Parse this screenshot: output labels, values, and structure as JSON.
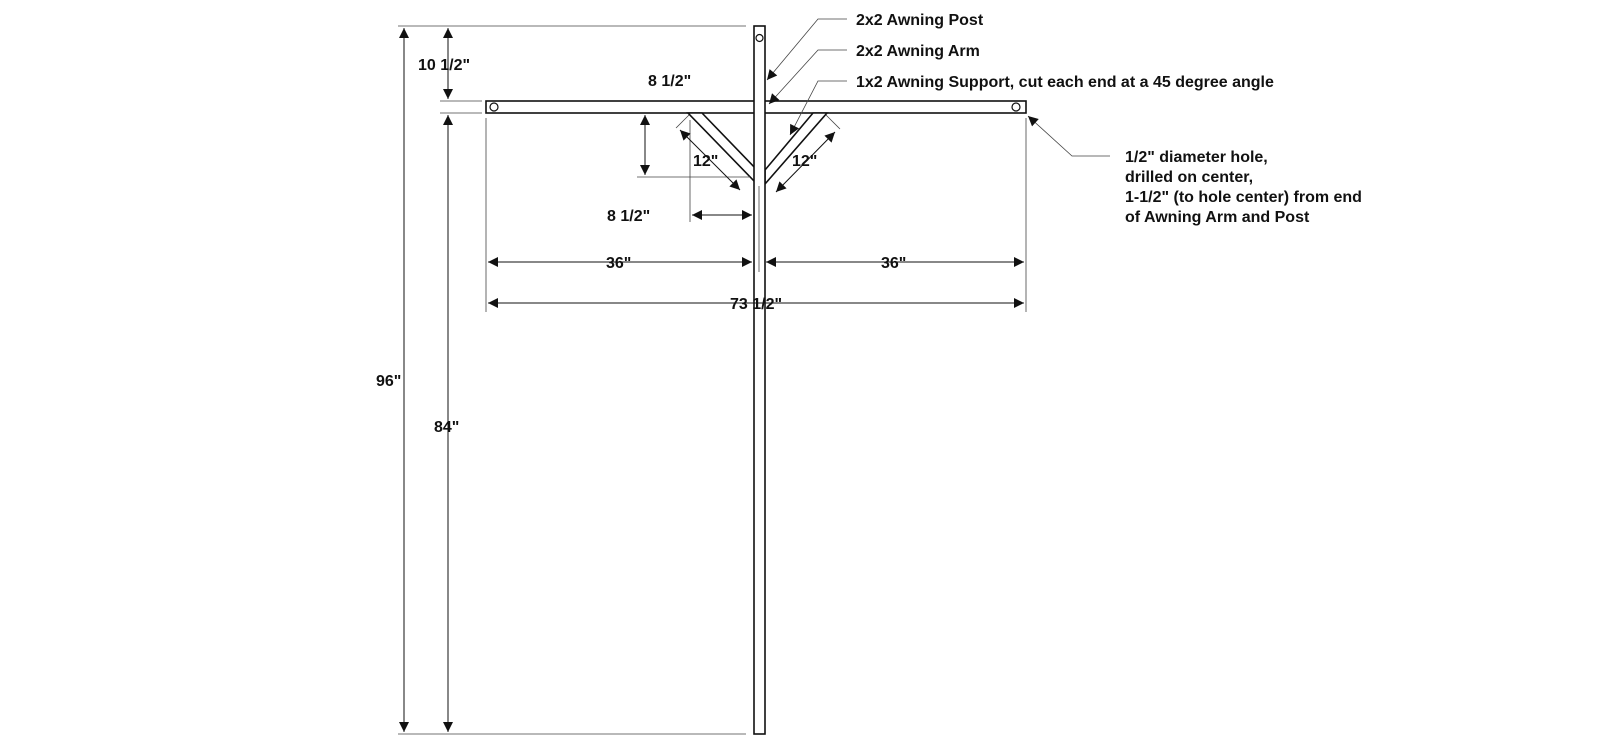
{
  "labels": {
    "post": "2x2 Awning Post",
    "arm": "2x2 Awning Arm",
    "support": "1x2 Awning Support, cut each end at a 45 degree angle",
    "hole_note": [
      "1/2\" diameter hole,",
      "drilled on center,",
      "1-1/2\" (to hole center) from end",
      "of Awning Arm and Post"
    ]
  },
  "dimensions": {
    "total_height": "96\"",
    "post_below_arm": "84\"",
    "post_above_arm": "10 1/2\"",
    "support_vertical_drop": "8 1/2\"",
    "support_horizontal_run": "8 1/2\"",
    "support_length_left": "12\"",
    "support_length_right": "12\"",
    "arm_left": "36\"",
    "arm_right": "36\"",
    "arm_total": "73 1/2\""
  },
  "colors": {
    "line": "#111111",
    "background": "#ffffff"
  }
}
